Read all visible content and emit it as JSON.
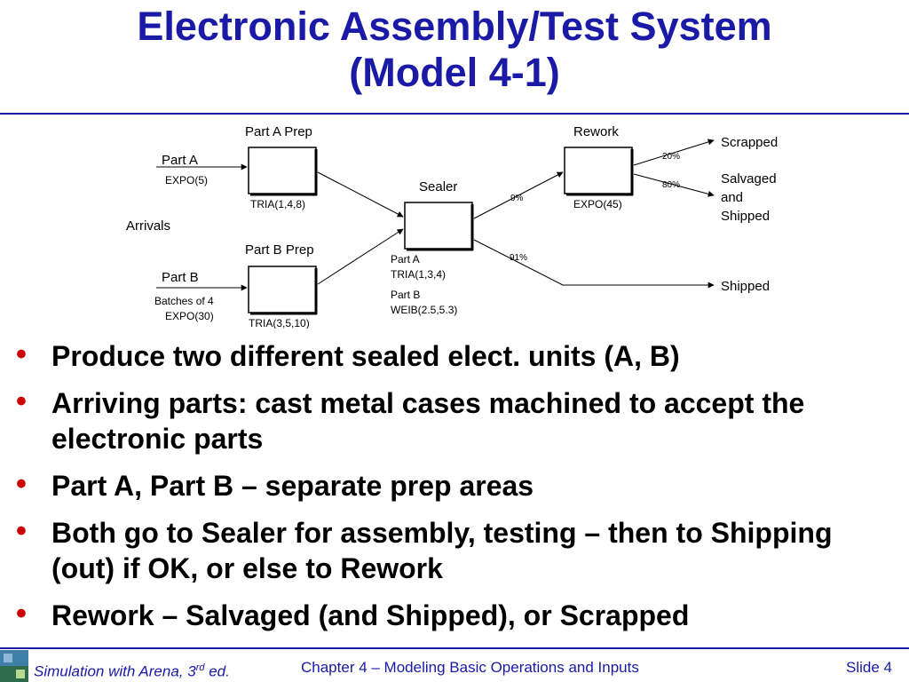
{
  "title": {
    "line1": "Electronic Assembly/Test System",
    "line2": "(Model 4-1)"
  },
  "diagram": {
    "part_a_prep": "Part A Prep",
    "part_a": "Part A",
    "part_a_dist": "EXPO(5)",
    "part_a_prep_dist": "TRIA(1,4,8)",
    "arrivals": "Arrivals",
    "part_b_prep": "Part B Prep",
    "part_b": "Part B",
    "part_b_batch": "Batches of 4",
    "part_b_dist": "EXPO(30)",
    "part_b_prep_dist": "TRIA(3,5,10)",
    "sealer": "Sealer",
    "sealer_a_label": "Part A",
    "sealer_a_dist": "TRIA(1,3,4)",
    "sealer_b_label": "Part B",
    "sealer_b_dist": "WEIB(2.5,5.3)",
    "pct_rework": "9%",
    "pct_shipped": "91%",
    "rework": "Rework",
    "rework_dist": "EXPO(45)",
    "pct_scrapped": "20%",
    "pct_salvaged": "80%",
    "scrapped": "Scrapped",
    "salvaged_1": "Salvaged",
    "salvaged_2": "and",
    "salvaged_3": "Shipped",
    "shipped": "Shipped"
  },
  "bullets": [
    "Produce two different sealed elect. units (A, B)",
    "Arriving parts:  cast metal cases machined to accept the electronic parts",
    "Part A, Part B – separate prep areas",
    "Both go to Sealer for assembly, testing – then to Shipping (out) if OK, or else to Rework",
    "Rework – Salvaged (and Shipped), or Scrapped"
  ],
  "footer": {
    "book": "Simulation with Arena, 3",
    "book_sup": "rd",
    "book_end": " ed.",
    "chapter": "Chapter 4 – Modeling Basic Operations and Inputs",
    "slide": "Slide 4"
  },
  "colors": {
    "title": "#1a1aa6",
    "bullet": "#cc0000"
  }
}
